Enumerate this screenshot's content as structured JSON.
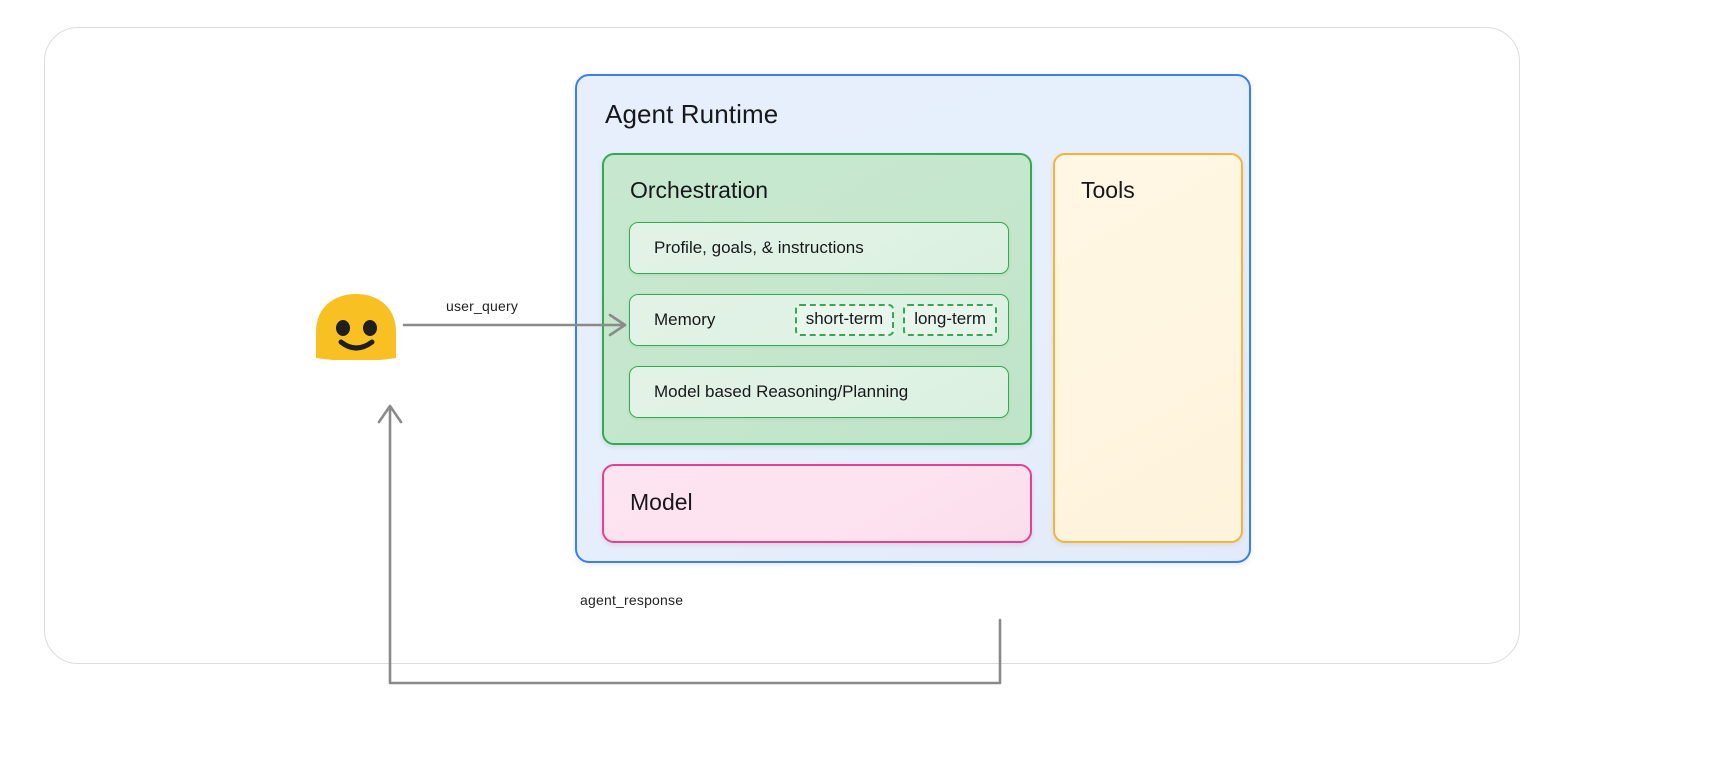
{
  "diagram": {
    "title_visible": false,
    "colors": {
      "agent_runtime_border": "#3a7ff0",
      "agent_runtime_fill": "#e7effd",
      "orchestration_border": "#35a853",
      "orchestration_fill": "#c7e8cf",
      "orchestration_row_fill": "#e2f3e6",
      "model_border": "#e5418f",
      "model_fill": "#fde4f1",
      "tools_border": "#f5b33c",
      "tools_fill": "#fff7e4",
      "outer_card_border": "#dcdcdc",
      "arrow_stroke": "#8a8a8a",
      "smiley_fill": "#f9c023",
      "smiley_face": "#1f1f1f",
      "text": "#18181b"
    },
    "agent_runtime": {
      "label": "Agent Runtime",
      "orchestration": {
        "label": "Orchestration",
        "rows": [
          {
            "label": "Profile, goals, & instructions",
            "badges": []
          },
          {
            "label": "Memory",
            "badges": [
              "short-term",
              "long-term"
            ]
          },
          {
            "label": "Model based Reasoning/Planning",
            "badges": []
          }
        ]
      },
      "model": {
        "label": "Model"
      },
      "tools": {
        "label": "Tools"
      }
    },
    "actor": {
      "name": "user",
      "icon": "smiley-face-icon"
    },
    "edges": [
      {
        "id": "user-query",
        "label": "user_query",
        "from": "user",
        "to": "agent-runtime",
        "direction": "right"
      },
      {
        "id": "agent-response",
        "label": "agent_response",
        "from": "agent-runtime",
        "to": "user",
        "direction": "up"
      }
    ]
  }
}
